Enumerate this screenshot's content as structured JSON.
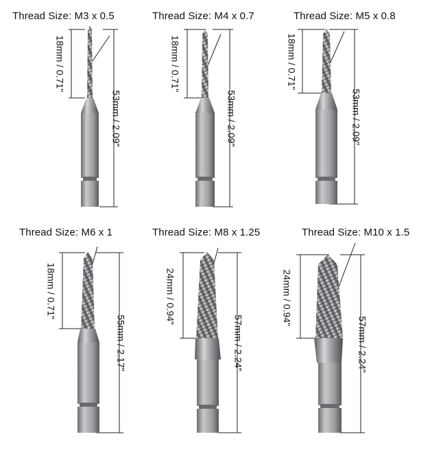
{
  "bits": [
    {
      "title": "Thread Size: M3 x 0.5",
      "flute_length": "18mm / 0.71\"",
      "total_length": "53mm / 2.09\""
    },
    {
      "title": "Thread Size: M4 x 0.7",
      "flute_length": "18mm / 0.71\"",
      "total_length": "53mm / 2.09\""
    },
    {
      "title": "Thread Size: M5 x 0.8",
      "flute_length": "18mm / 0.71\"",
      "total_length": "53mm / 2.09\""
    },
    {
      "title": "Thread Size: M6 x 1",
      "flute_length": "18mm / 0.71\"",
      "total_length": "55mm / 2.17\""
    },
    {
      "title": "Thread Size: M8 x 1.25",
      "flute_length": "24mm / 0.94\"",
      "total_length": "57mm / 2.24\""
    },
    {
      "title": "Thread Size: M10 x 1.5",
      "flute_length": "24mm / 0.94\"",
      "total_length": "57mm / 2.24\""
    }
  ],
  "colors": {
    "metal_light": "#d9d9dc",
    "metal_mid": "#9a9a9e",
    "metal_dark": "#4a4a4e",
    "dimension_line": "#222222"
  }
}
